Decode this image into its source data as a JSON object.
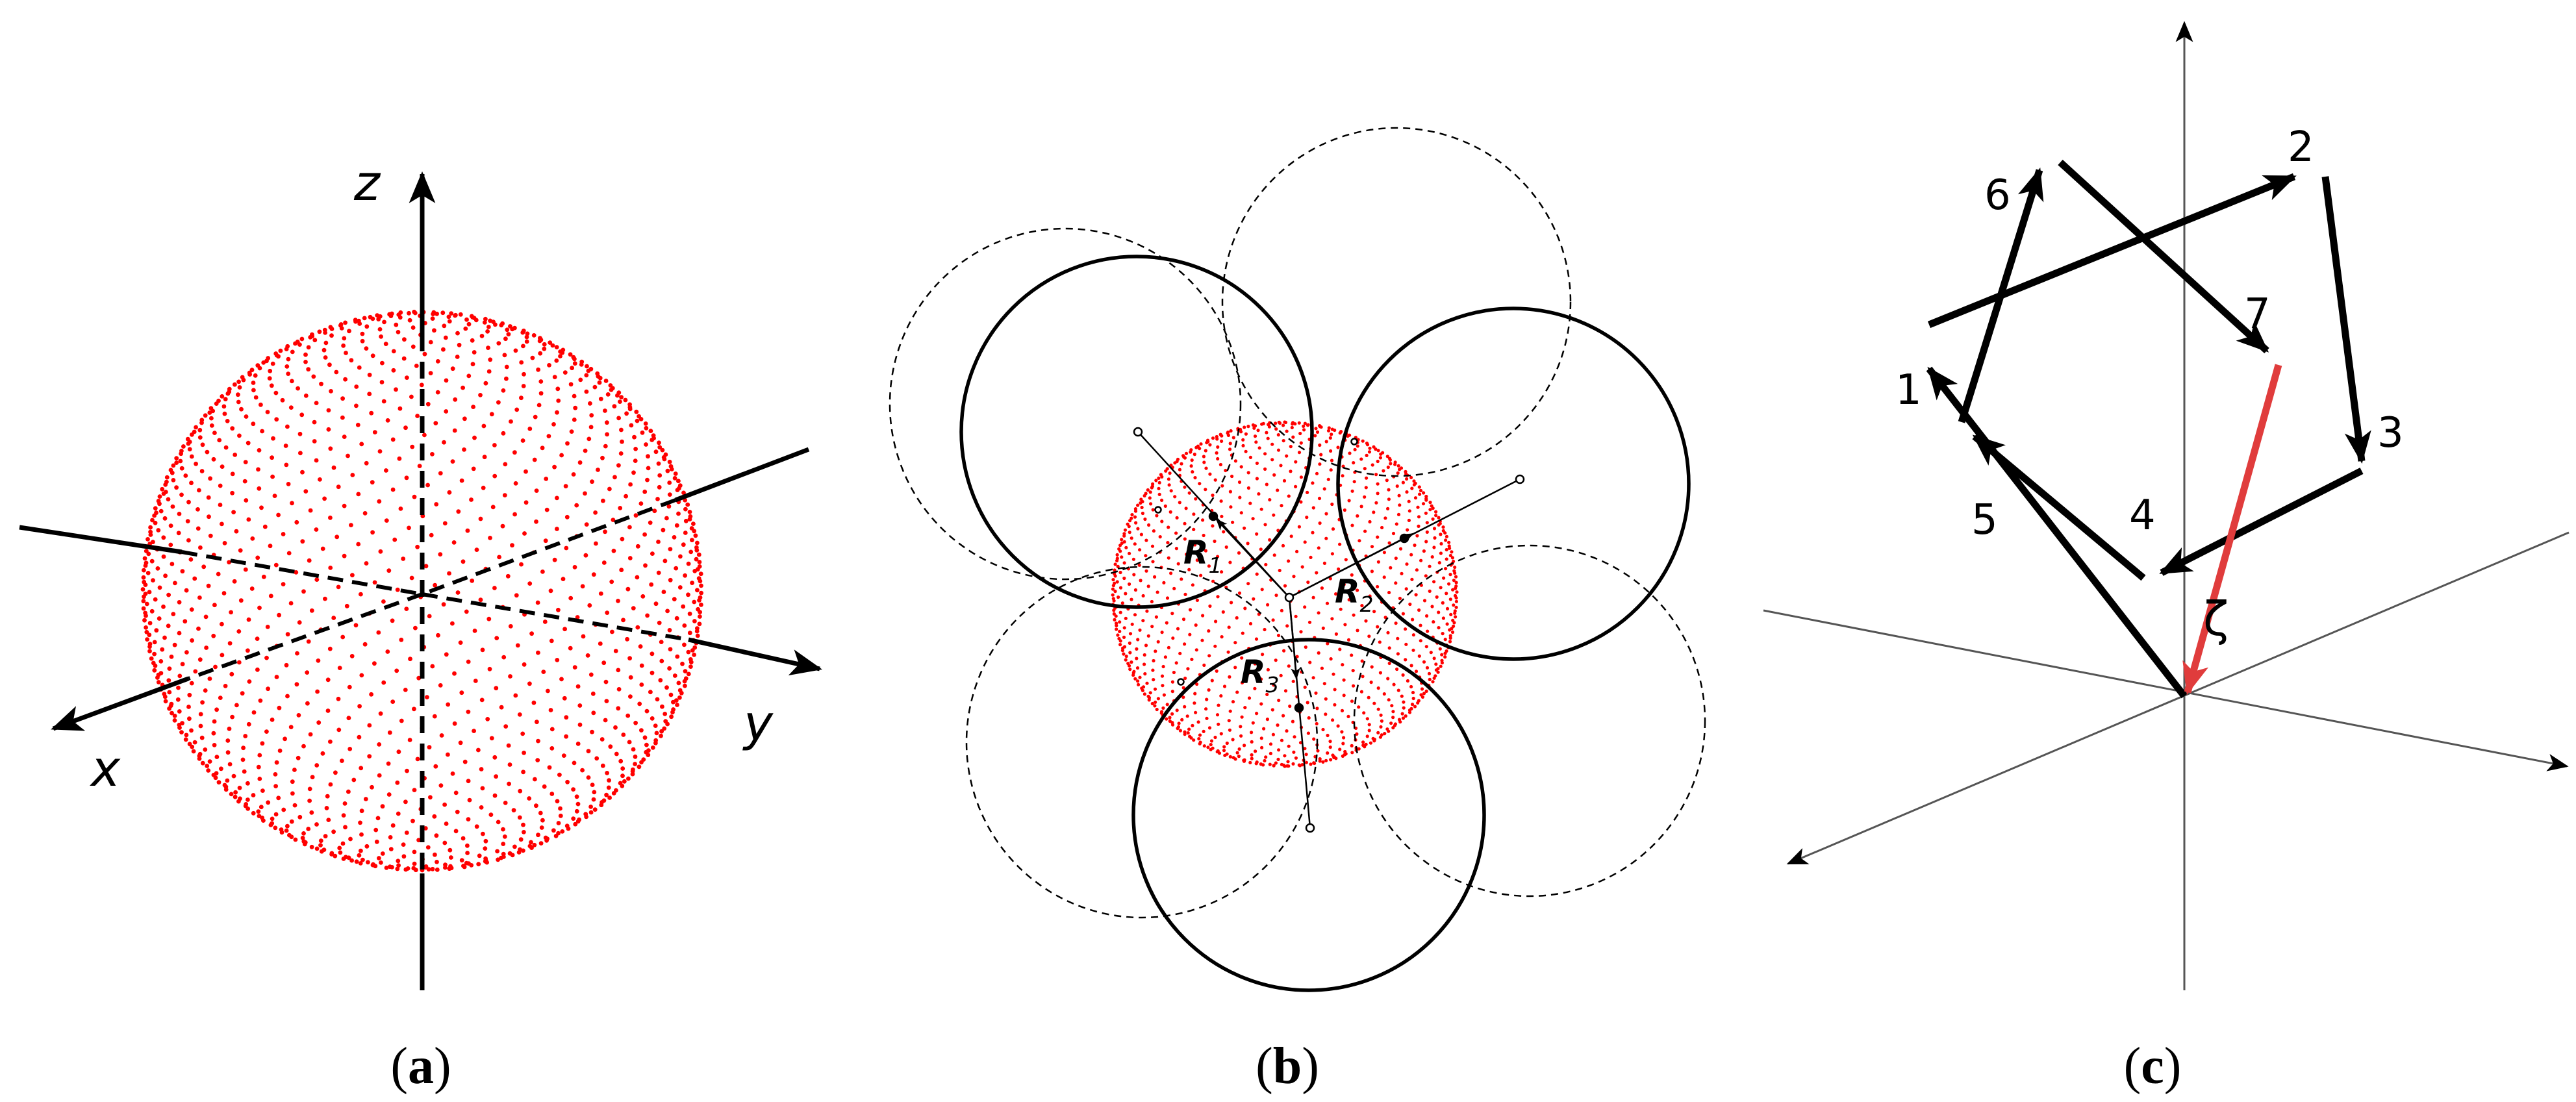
{
  "panels": {
    "a": {
      "caption_open": "(",
      "caption_letter": "a",
      "caption_close": ")",
      "axes": {
        "x": "x",
        "y": "y",
        "z": "z"
      }
    },
    "b": {
      "caption_open": "(",
      "caption_letter": "b",
      "caption_close": ")",
      "vectors": [
        {
          "main": "R",
          "sub": "1"
        },
        {
          "main": "R",
          "sub": "2"
        },
        {
          "main": "R",
          "sub": "3"
        }
      ]
    },
    "c": {
      "caption_open": "(",
      "caption_letter": "c",
      "caption_close": ")",
      "vertex_labels": [
        "1",
        "2",
        "3",
        "4",
        "5",
        "6",
        "7"
      ],
      "end_to_end_label": "ζ"
    }
  },
  "colors": {
    "points": "#ff0000",
    "end_to_end_vector": "#e03c3c",
    "ink": "#000000",
    "gray_axis": "#555555"
  }
}
